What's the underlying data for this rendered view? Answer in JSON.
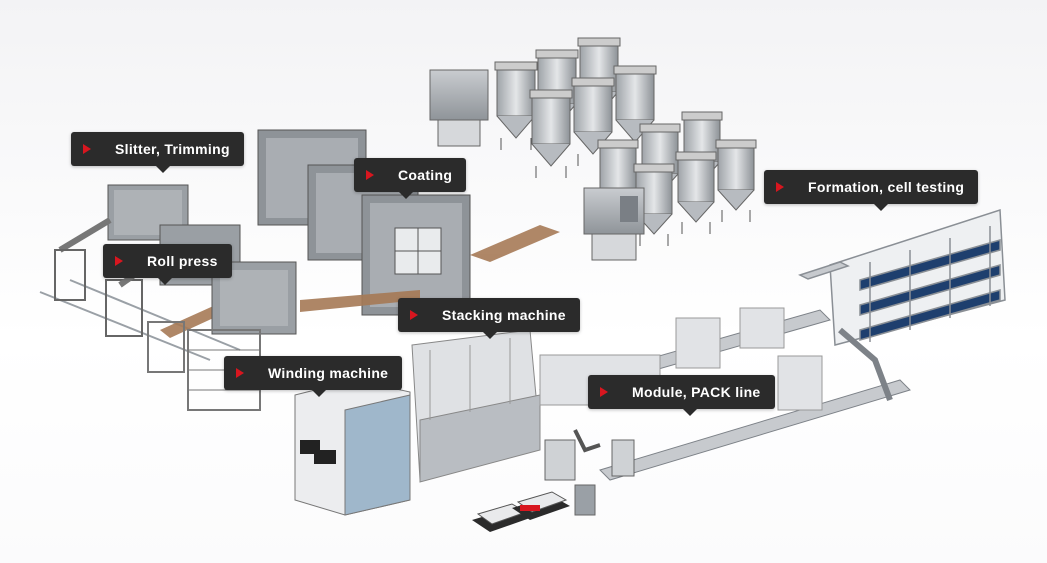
{
  "accent_color": "#d8161f",
  "label_bg": "#2b2b2b",
  "labels": {
    "slitter": "Slitter, Trimming",
    "coating": "Coating",
    "formation": "Formation, cell testing",
    "rollpress": "Roll press",
    "stacking": "Stacking machine",
    "winding": "Winding machine",
    "module": "Module, PACK line"
  }
}
